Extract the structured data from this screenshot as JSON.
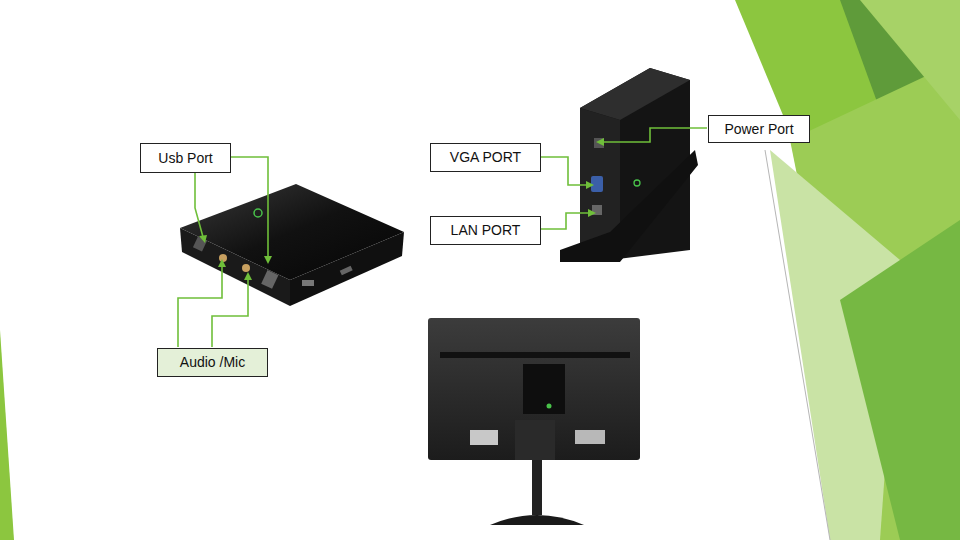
{
  "diagram": {
    "nodes": [
      {
        "text": [
          "Power Port"
        ]
      },
      {
        "text": [
          "Usb Port"
        ]
      },
      {
        "text": [
          "VGA PORT"
        ]
      },
      {
        "text": [
          "LAN PORT"
        ]
      },
      {
        "text": [
          "Audio /Mic"
        ]
      }
    ]
  }
}
